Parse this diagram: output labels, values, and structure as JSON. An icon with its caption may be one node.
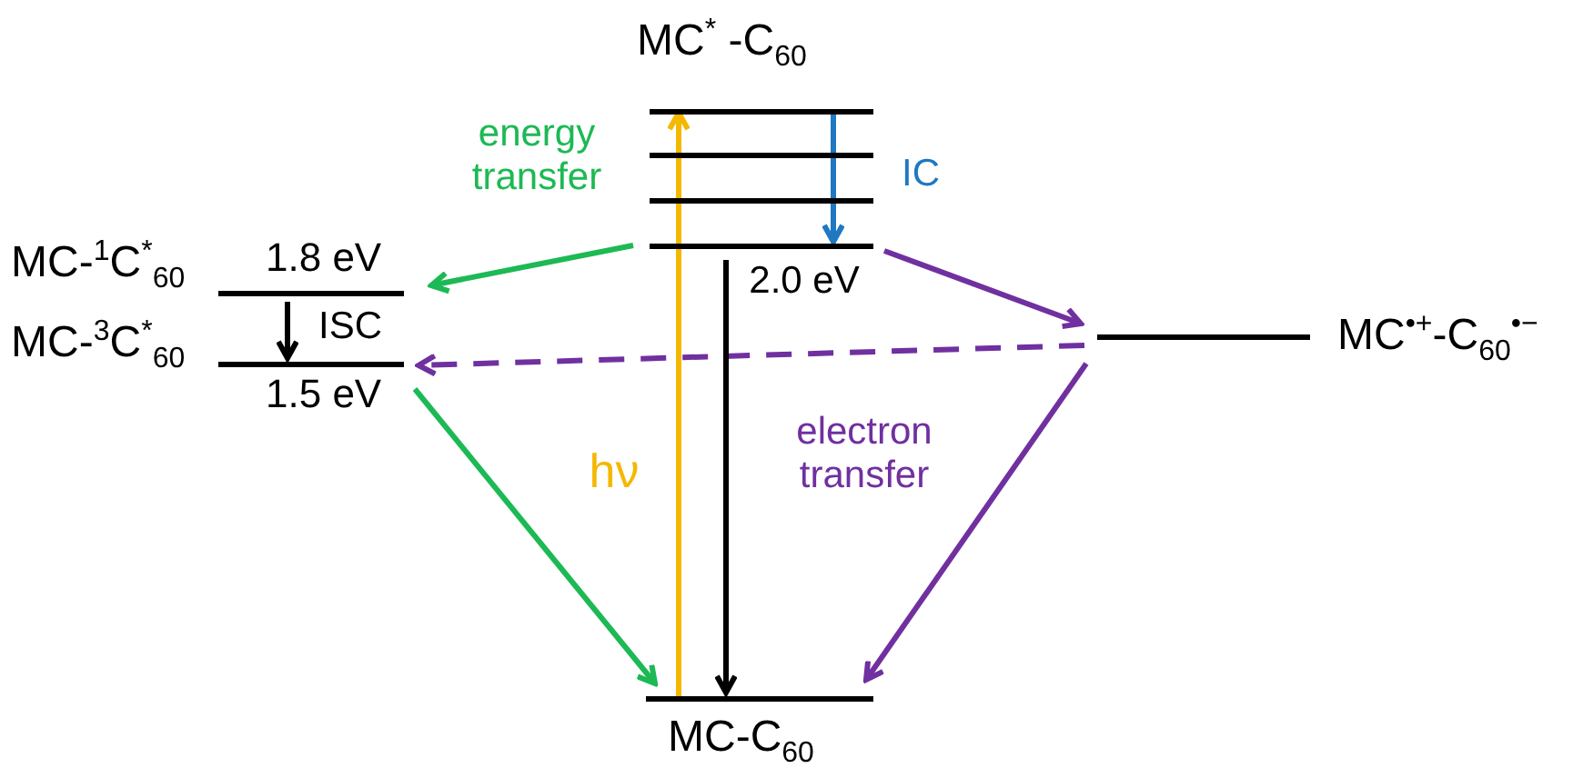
{
  "diagram": {
    "nodes": [
      {
        "text": [
          "MC$^{*}$ -C$_{60}$"
        ]
      },
      {
        "text": [],
        "shape": "bar"
      },
      {
        "text": [],
        "shape": "bar"
      },
      {
        "text": [],
        "shape": "bar"
      },
      {
        "text": [
          "MC-$^{1}$C$^{*}$$_{60}$"
        ],
        "beside": [
          "1.8 eV"
        ]
      },
      {
        "text": [
          "MC-$^{3}$C$^{*}$$_{60}$"
        ],
        "beside": [
          "1.5 eV"
        ]
      },
      {
        "text": [
          "MC$^{•+}$-C$_{60}$$^{•−}$"
        ]
      },
      {
        "text": [
          "MC-C$_{60}$"
        ]
      }
    ],
    "edges": [
      {
        "from": 7,
        "to": 0,
        "arrow": "to",
        "label": "hν",
        "color": "#f5b800"
      },
      {
        "from": 0,
        "to": 3,
        "arrow": "to",
        "label": "IC",
        "color": "#1f78c1"
      },
      {
        "from": 3,
        "to": 4,
        "arrow": "to",
        "label": "energy transfer",
        "color": "#1db954"
      },
      {
        "from": 4,
        "to": 5,
        "arrow": "to",
        "label": "ISC",
        "color": "#000000"
      },
      {
        "from": 5,
        "to": 7,
        "arrow": "to",
        "color": "#1db954"
      },
      {
        "from": 3,
        "to": 6,
        "arrow": "to",
        "color": "#7030a0"
      },
      {
        "from": 6,
        "to": 5,
        "arrow": "to",
        "style": "dashed",
        "color": "#7030a0"
      },
      {
        "from": 6,
        "to": 7,
        "arrow": "to",
        "label": "electron transfer",
        "color": "#7030a0"
      },
      {
        "from": 3,
        "to": 7,
        "arrow": "to",
        "label": "2.0 eV",
        "color": "#000000"
      }
    ]
  }
}
